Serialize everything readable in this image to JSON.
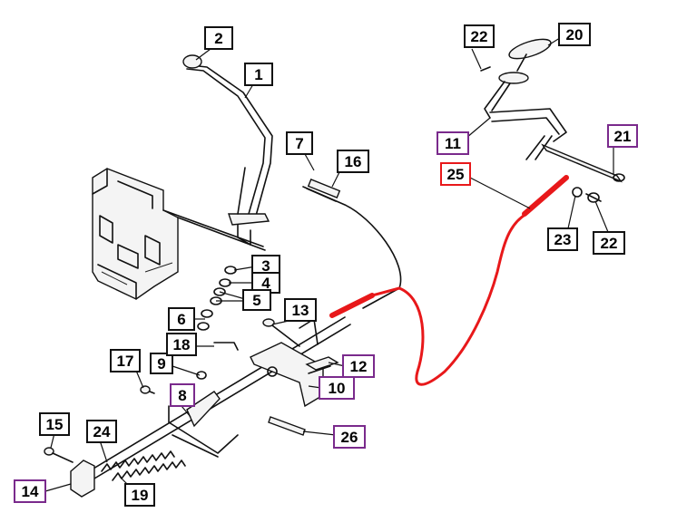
{
  "colors": {
    "highlight": "#e8181a",
    "callout_border_plain": "#111111",
    "callout_border_purple": "#7a2a8c",
    "callout_border_red": "#e8181a"
  },
  "callouts": [
    {
      "id": "c1",
      "label": "1"
    },
    {
      "id": "c2",
      "label": "2"
    },
    {
      "id": "c3",
      "label": "3"
    },
    {
      "id": "c4",
      "label": "4"
    },
    {
      "id": "c5",
      "label": "5"
    },
    {
      "id": "c6",
      "label": "6"
    },
    {
      "id": "c7",
      "label": "7"
    },
    {
      "id": "c8",
      "label": "8"
    },
    {
      "id": "c9",
      "label": "9"
    },
    {
      "id": "c10",
      "label": "10"
    },
    {
      "id": "c11",
      "label": "11"
    },
    {
      "id": "c12",
      "label": "12"
    },
    {
      "id": "c13",
      "label": "13"
    },
    {
      "id": "c14",
      "label": "14"
    },
    {
      "id": "c15",
      "label": "15"
    },
    {
      "id": "c16",
      "label": "16"
    },
    {
      "id": "c17",
      "label": "17"
    },
    {
      "id": "c18",
      "label": "18"
    },
    {
      "id": "c19",
      "label": "19"
    },
    {
      "id": "c20",
      "label": "20"
    },
    {
      "id": "c21",
      "label": "21"
    },
    {
      "id": "c22a",
      "label": "22"
    },
    {
      "id": "c22b",
      "label": "22"
    },
    {
      "id": "c23",
      "label": "23"
    },
    {
      "id": "c24",
      "label": "24"
    },
    {
      "id": "c25",
      "label": "25"
    },
    {
      "id": "c26",
      "label": "26"
    }
  ]
}
